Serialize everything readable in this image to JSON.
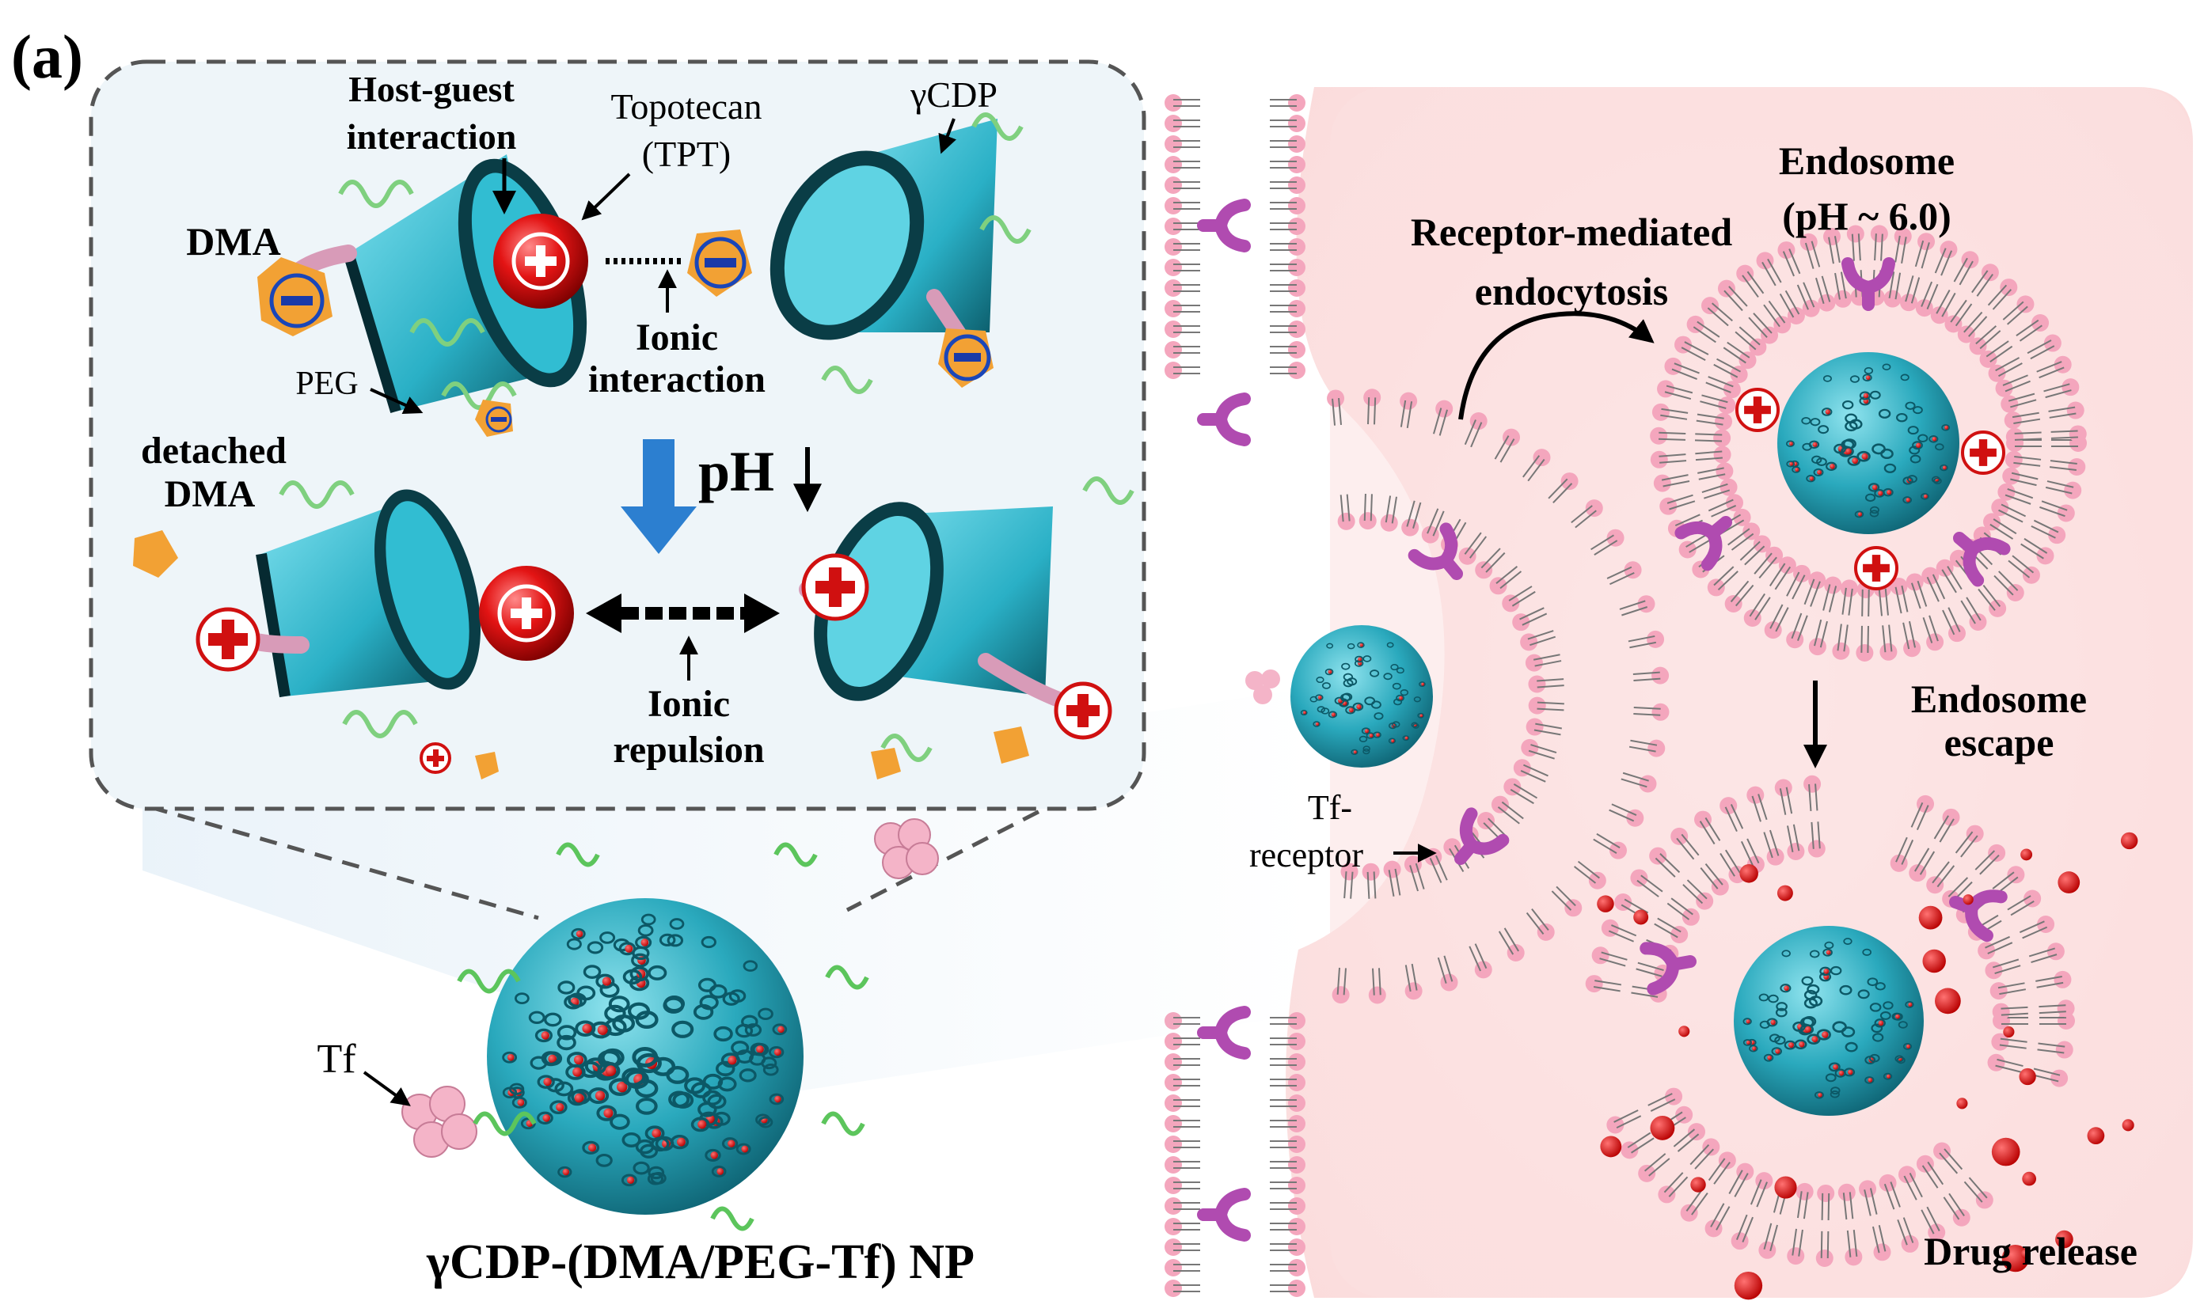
{
  "panel_label": "(a)",
  "inset": {
    "host_guest": [
      "Host-guest",
      "interaction"
    ],
    "topotecan": [
      "Topotecan",
      "(TPT)"
    ],
    "gcdp": "γCDP",
    "dma": "DMA",
    "peg": "PEG",
    "ionic_interaction": [
      "Ionic",
      "interaction"
    ],
    "ph": "pH",
    "detached_dma": [
      "detached",
      "DMA"
    ],
    "ionic_repulsion": [
      "Ionic",
      "repulsion"
    ]
  },
  "nanoparticle": {
    "tf": "Tf",
    "name": "γCDP-(DMA/PEG-Tf) NP"
  },
  "cell": {
    "receptor_mediated": [
      "Receptor-mediated",
      "endocytosis"
    ],
    "endosome": [
      "Endosome",
      "(pH ~ 6.0)"
    ],
    "tf_receptor": [
      "Tf-",
      "receptor"
    ],
    "endosome_escape": [
      "Endosome",
      "escape"
    ],
    "drug_release": "Drug release"
  },
  "colors": {
    "membrane_head": "#f4a6bd",
    "cell_interior": "#fde7e7",
    "cone": "#2fb5c9",
    "drug": "#e01818",
    "dma_cube": "#f2a134",
    "receptor": "#b04bb0",
    "inset_bg": "#eef5f9"
  }
}
